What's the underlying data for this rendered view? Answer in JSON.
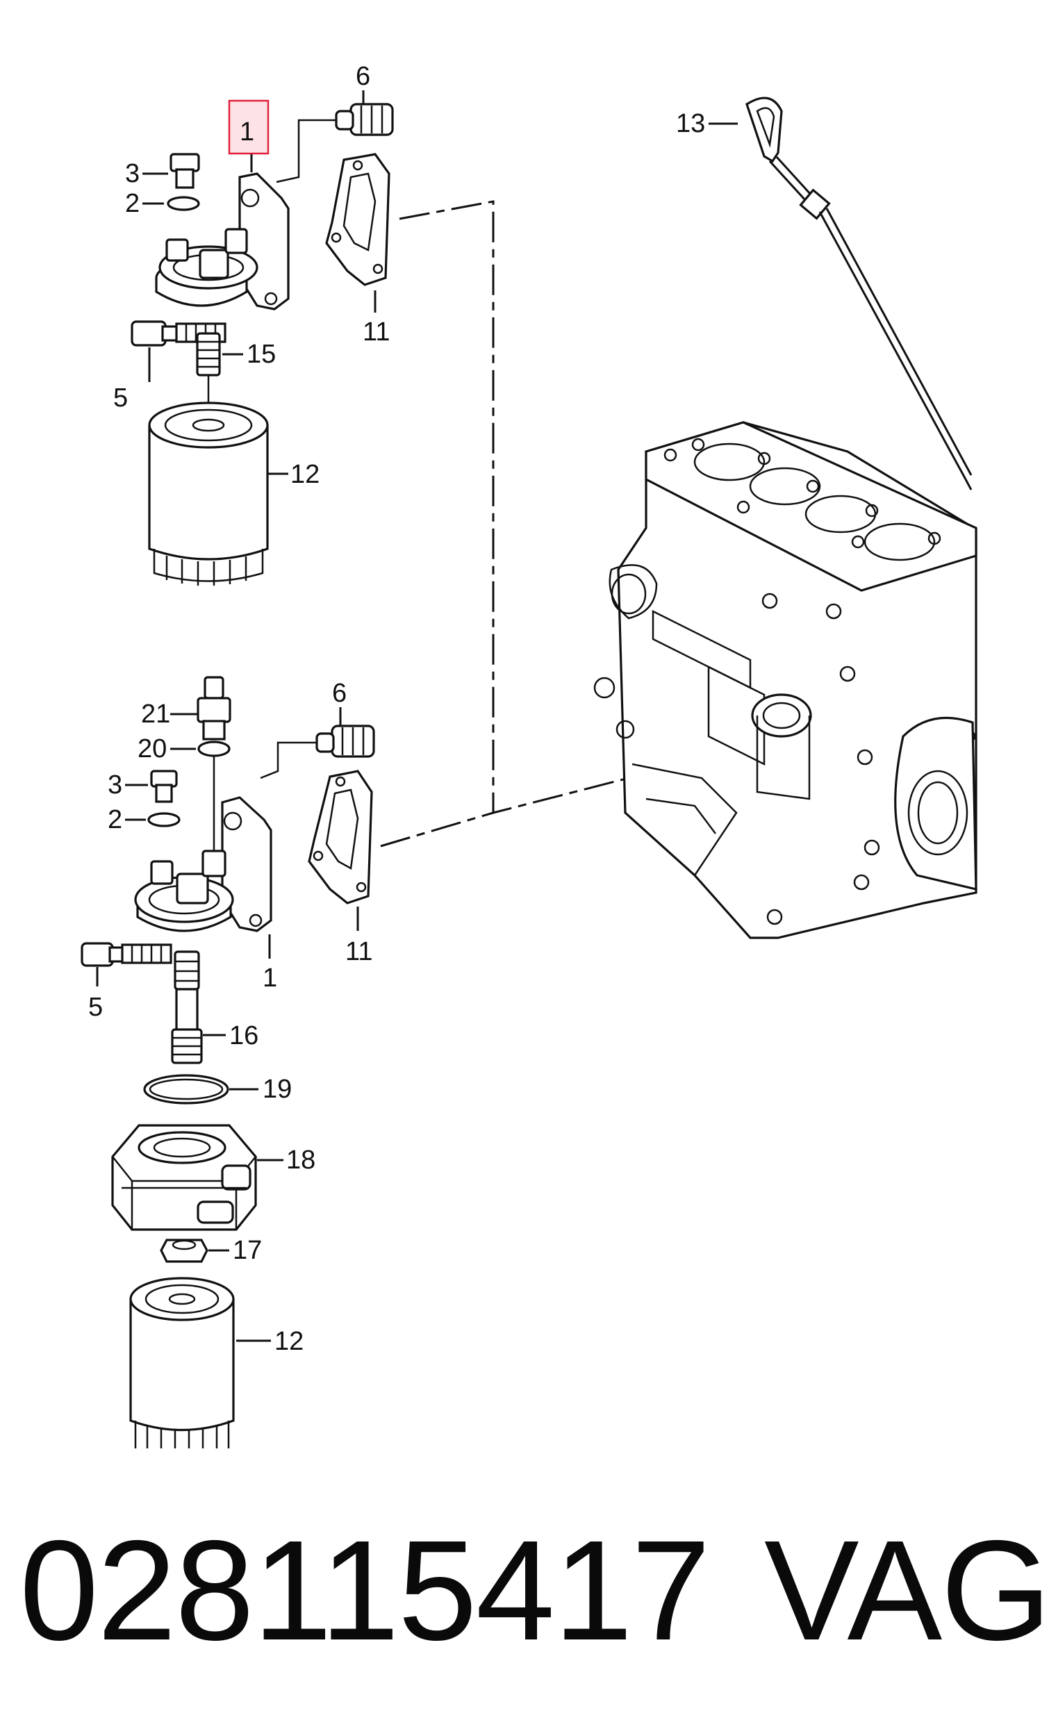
{
  "callouts_top": {
    "c1": "1",
    "c6": "6",
    "c3": "3",
    "c2": "2",
    "c13": "13",
    "c11": "11",
    "c5": "5",
    "c15": "15",
    "c12": "12"
  },
  "callouts_bottom": {
    "c21": "21",
    "c6": "6",
    "c20": "20",
    "c3": "3",
    "c2": "2",
    "c11": "11",
    "c5": "5",
    "c1": "1",
    "c16": "16",
    "c19": "19",
    "c18": "18",
    "c17": "17",
    "c12": "12"
  },
  "footer": {
    "part_number": "028115417",
    "brand": "VAG"
  },
  "highlight_color": "#e0203a"
}
